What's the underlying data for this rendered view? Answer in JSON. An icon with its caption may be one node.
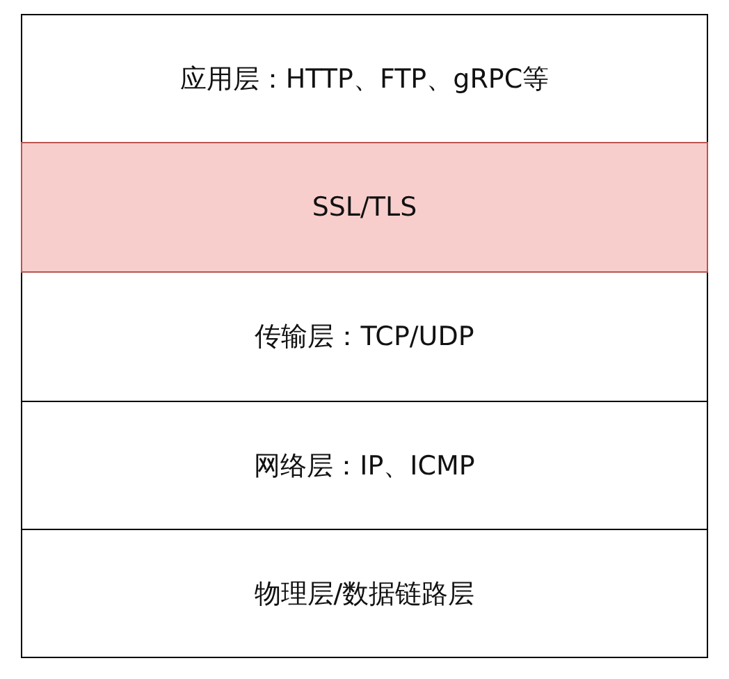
{
  "diagram": {
    "nodes": [
      {
        "text": [
          "应用层：HTTP、FTP、gRPC等"
        ]
      },
      {
        "text": [
          "SSL/TLS"
        ]
      },
      {
        "text": [
          "传输层：TCP/UDP"
        ]
      },
      {
        "text": [
          "网络层：IP、ICMP"
        ]
      },
      {
        "text": [
          "物理层/数据链路层"
        ]
      }
    ]
  }
}
